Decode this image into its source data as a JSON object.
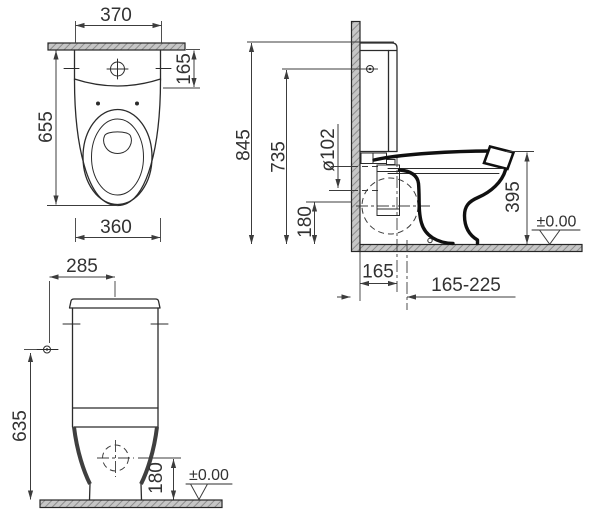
{
  "drawing": {
    "type": "technical-drawing",
    "subject": "close-coupled toilet (WC) dimensional drawing, three orthographic views",
    "units": "mm",
    "colors": {
      "line": "#2b2b2b",
      "dimension": "#3c3c3c",
      "hatch": "#c6c6c6",
      "background": "#ffffff"
    },
    "views": {
      "top": {
        "label": "top view",
        "dims": {
          "lid_width": "370",
          "tank_depth": "165",
          "total_depth": "655",
          "bowl_width": "360"
        }
      },
      "side": {
        "label": "side view",
        "dims": {
          "total_height": "845",
          "tank_height": "735",
          "outlet_diameter": "ø102",
          "outlet_height": "180",
          "rim_height": "395",
          "outlet_offset": "165",
          "outlet_range": "165-225",
          "floor_level": "±0.00"
        }
      },
      "front": {
        "label": "front view",
        "dims": {
          "fixing_offset": "285",
          "fixing_height": "635",
          "outlet_height": "180",
          "floor_level": "±0.00"
        }
      }
    }
  }
}
